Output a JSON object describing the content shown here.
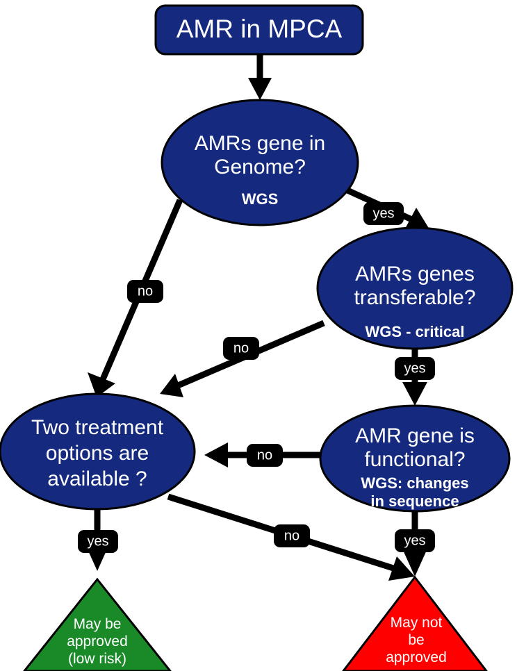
{
  "diagram": {
    "title": "AMR in MPCA decision flowchart",
    "colors": {
      "node_fill": "#152a7e",
      "node_stroke": "#000000",
      "approved_fill": "#1a8a28",
      "not_approved_fill": "#ff0000",
      "edge": "#000000",
      "label_box": "#000000",
      "label_text": "#ffffff",
      "node_text": "#ffffff",
      "background": "#ffffff"
    },
    "start": {
      "label": "AMR  in MPCA",
      "shape": "rounded-rectangle"
    },
    "decisions": [
      {
        "id": "genome",
        "line1": "AMRs gene in",
        "line2": "Genome?",
        "method": "WGS",
        "shape": "ellipse"
      },
      {
        "id": "transferable",
        "line1": "AMRs genes",
        "line2": "transferable?",
        "method": "WGS - critical",
        "shape": "ellipse"
      },
      {
        "id": "functional",
        "line1": "AMR gene is",
        "line2": "functional?",
        "method_line1": "WGS: changes",
        "method_line2": "in sequence",
        "shape": "ellipse"
      },
      {
        "id": "treatment",
        "line1": "Two treatment",
        "line2": "options are",
        "line3": "available ?",
        "method": "",
        "shape": "ellipse"
      }
    ],
    "terminals": [
      {
        "id": "approved",
        "line1": "May be",
        "line2": "approved",
        "line3": "(low risk)",
        "shape": "triangle",
        "color": "#1a8a28"
      },
      {
        "id": "not-approved",
        "line1": "May not",
        "line2": "be",
        "line3": "approved",
        "shape": "triangle",
        "color": "#ff0000"
      }
    ],
    "edges": [
      {
        "id": "start-to-genome",
        "label": "",
        "from": "start",
        "to": "genome"
      },
      {
        "id": "genome-no-treatment",
        "label": "no",
        "from": "genome",
        "to": "treatment"
      },
      {
        "id": "genome-yes-transferable",
        "label": "yes",
        "from": "genome",
        "to": "transferable"
      },
      {
        "id": "transferable-no-treatment",
        "label": "no",
        "from": "transferable",
        "to": "treatment"
      },
      {
        "id": "transferable-yes-functional",
        "label": "yes",
        "from": "transferable",
        "to": "functional"
      },
      {
        "id": "functional-no-treatment",
        "label": "no",
        "from": "functional",
        "to": "treatment"
      },
      {
        "id": "functional-yes-notapproved",
        "label": "yes",
        "from": "functional",
        "to": "not-approved"
      },
      {
        "id": "treatment-yes-approved",
        "label": "yes",
        "from": "treatment",
        "to": "approved"
      },
      {
        "id": "treatment-no-notapproved",
        "label": "no",
        "from": "treatment",
        "to": "not-approved"
      }
    ]
  }
}
